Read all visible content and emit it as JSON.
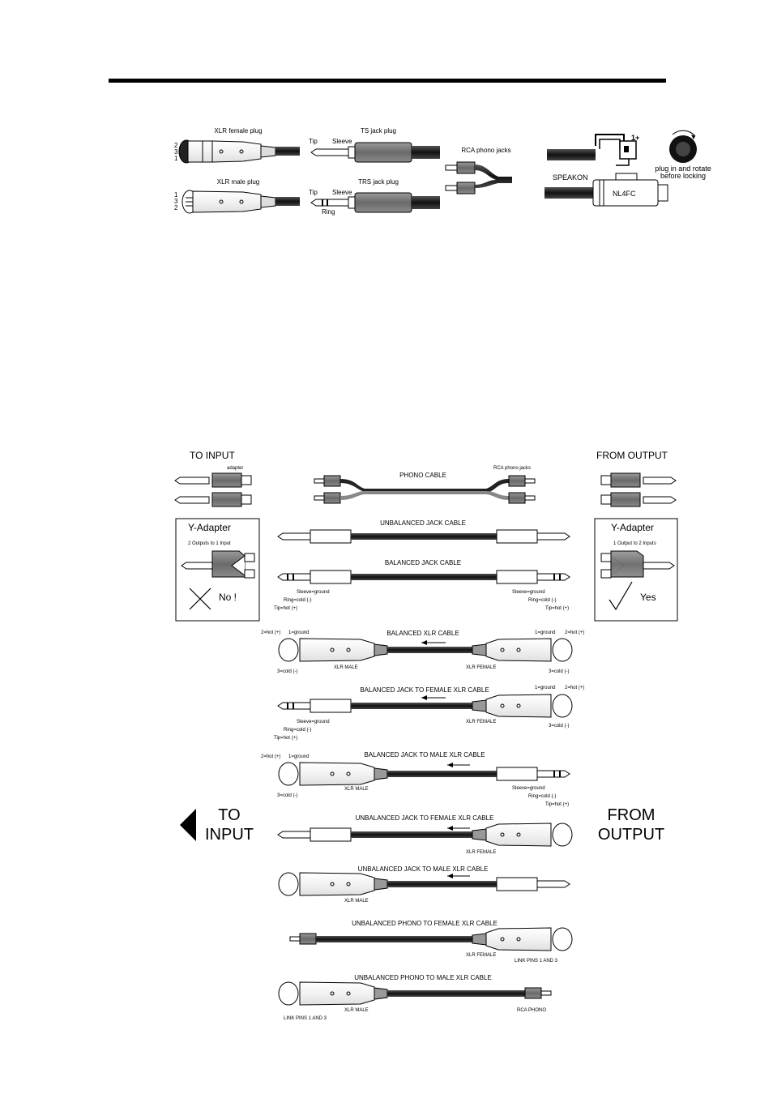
{
  "connectors": {
    "xlr_female": "XLR female plug",
    "xlr_female_pins": [
      "2",
      "3",
      "1"
    ],
    "xlr_male": "XLR male plug",
    "xlr_male_pins": [
      "1",
      "3",
      "2"
    ],
    "ts": "TS jack plug",
    "trs": "TRS jack plug",
    "tip": "Tip",
    "sleeve": "Sleeve",
    "ring": "Ring",
    "rca": "RCA phono jacks",
    "speakon": "SPEAKON",
    "speakon_pin": "1+",
    "nl4fc": "NL4FC",
    "rotate_line1": "plug in and rotate",
    "rotate_line2": "before locking"
  },
  "cables": {
    "to_input": "TO INPUT",
    "from_output": "FROM OUTPUT",
    "adapter": "adapter",
    "rca_jacks": "RCA phono jacks",
    "y_left_title": "Y-Adapter",
    "y_left_sub": "2 Outputs to 1 Input",
    "y_left_verdict": "No !",
    "y_right_title": "Y-Adapter",
    "y_right_sub": "1 Output to 2 Inputs",
    "y_right_verdict": "Yes",
    "phono_cable": "PHONO CABLE",
    "unbal_jack_cable": "UNBALANCED JACK CABLE",
    "bal_jack_cable": "BALANCED JACK CABLE",
    "bal_xlr_cable": "BALANCED XLR CABLE",
    "bal_jack_female_xlr": "BALANCED JACK TO FEMALE XLR CABLE",
    "bal_jack_male_xlr": "BALANCED JACK TO MALE XLR CABLE",
    "unbal_jack_female_xlr": "UNBALANCED JACK TO FEMALE XLR CABLE",
    "unbal_jack_male_xlr": "UNBALANCED JACK TO MALE XLR CABLE",
    "unbal_phono_female_xlr": "UNBALANCED PHONO TO FEMALE XLR CABLE",
    "unbal_phono_male_xlr": "UNBALANCED PHONO TO MALE XLR CABLE",
    "sleeve_ground": "Sleeve=ground",
    "ring_cold": "Ring=cold (-)",
    "tip_hot": "Tip=hot (+)",
    "pin2_hot": "2=hot (+)",
    "pin1_ground": "1=ground",
    "pin3_cold": "3=cold (-)",
    "xlr_male": "XLR MALE",
    "xlr_female": "XLR FEMALE",
    "link_pins": "LINK PINS 1 AND 3",
    "rca_phono": "RCA PHONO",
    "big_to": "TO",
    "big_input": "INPUT",
    "big_from": "FROM",
    "big_output": "OUTPUT"
  }
}
